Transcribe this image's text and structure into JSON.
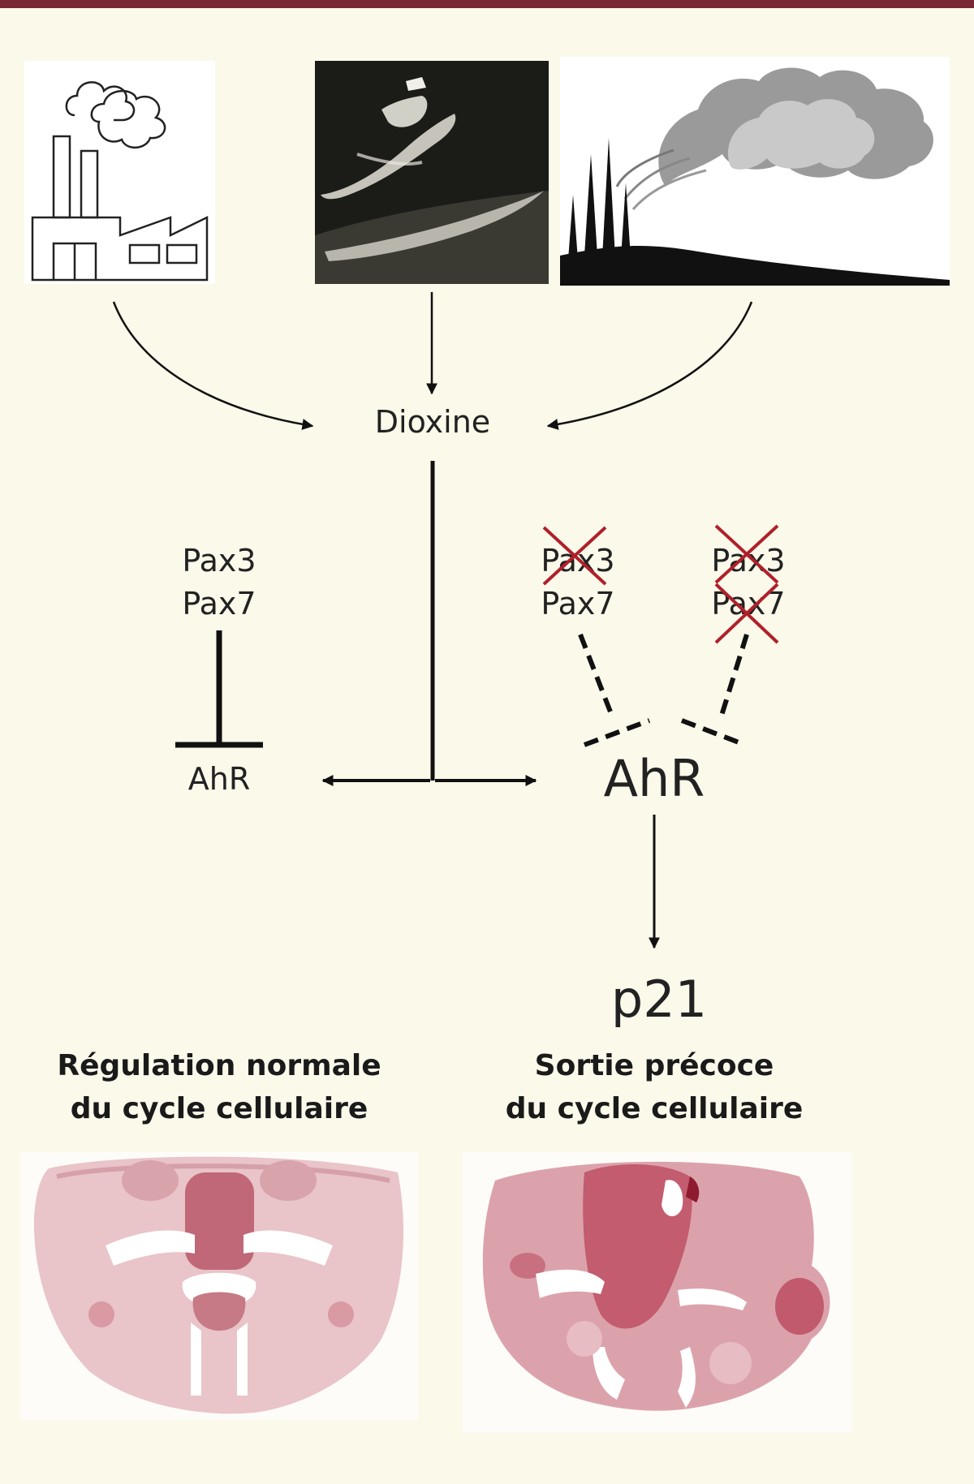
{
  "colors": {
    "top_bar": "#7a2634",
    "background": "#fbf9ea",
    "cross": "#b0202a",
    "tissue": "#b8455a"
  },
  "icons": {
    "source_1": "factory-icon",
    "source_2": "aerial-spraying-photo",
    "source_3": "forest-fire-smoke-icon"
  },
  "nodes": {
    "dioxine": "Dioxine",
    "left_pax3": "Pax3",
    "left_pax7": "Pax7",
    "left_ahr": "AhR",
    "mid_pax3": "Pax3",
    "mid_pax7": "Pax7",
    "right_pax3": "Pax3",
    "right_pax7": "Pax7",
    "ahr": "AhR",
    "p21": "p21"
  },
  "captions": {
    "left_line1": "Régulation normale",
    "left_line2": "du cycle cellulaire",
    "right_line1": "Sortie précoce",
    "right_line2": "du cycle cellulaire"
  }
}
